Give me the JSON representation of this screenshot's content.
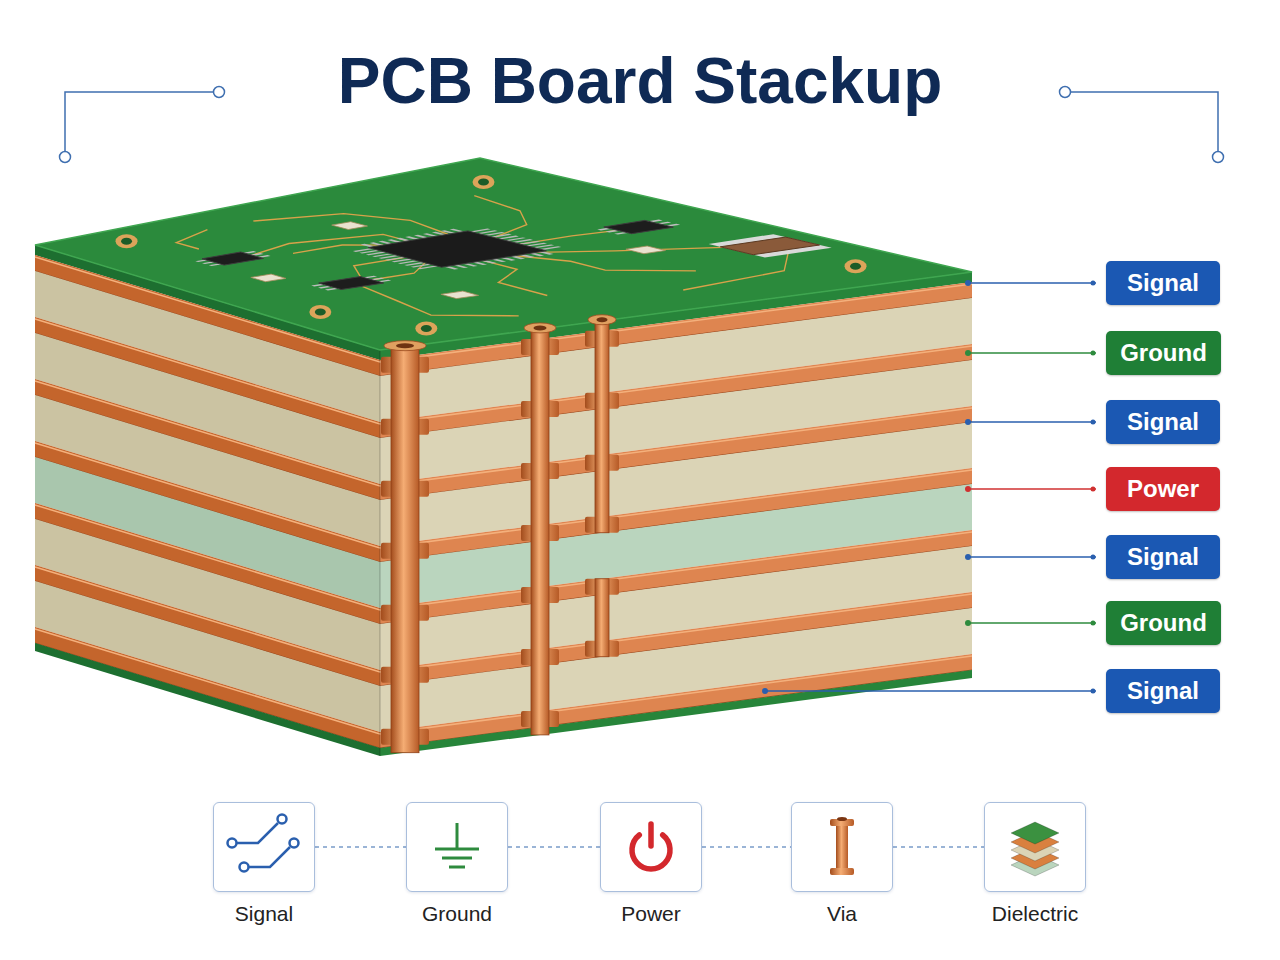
{
  "diagram": {
    "title": "PCB Board Stackup",
    "nodes": [
      {
        "text": [
          "Signal"
        ]
      },
      {
        "text": [
          "Ground"
        ]
      },
      {
        "text": [
          "Signal"
        ]
      },
      {
        "text": [
          "Power"
        ]
      },
      {
        "text": [
          "Signal"
        ]
      },
      {
        "text": [
          "Ground"
        ]
      },
      {
        "text": [
          "Signal"
        ]
      },
      {
        "text": [
          "Signal"
        ]
      },
      {
        "text": [
          "Ground"
        ]
      },
      {
        "text": [
          "Power"
        ]
      },
      {
        "text": [
          "Via"
        ]
      },
      {
        "text": [
          "Dielectric"
        ]
      }
    ],
    "edges": [
      {
        "from": 7,
        "to": 8,
        "arrow": "none"
      },
      {
        "from": 8,
        "to": 9,
        "arrow": "none"
      },
      {
        "from": 9,
        "to": 10,
        "arrow": "none"
      },
      {
        "from": 10,
        "to": 11,
        "arrow": "none"
      }
    ]
  }
}
